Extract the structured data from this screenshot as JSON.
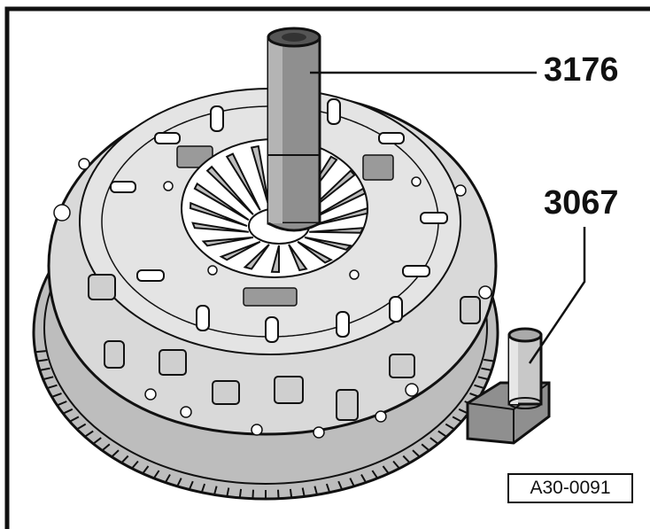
{
  "labels": {
    "special_tool_1": "3176",
    "special_tool_2": "3067"
  },
  "figure_id": "A30-0091",
  "colors": {
    "line": "#111111",
    "tool_fill": "#8f8f8f",
    "tool_dark": "#555555",
    "body_fill": "#d9d9d9",
    "background": "#ffffff"
  }
}
